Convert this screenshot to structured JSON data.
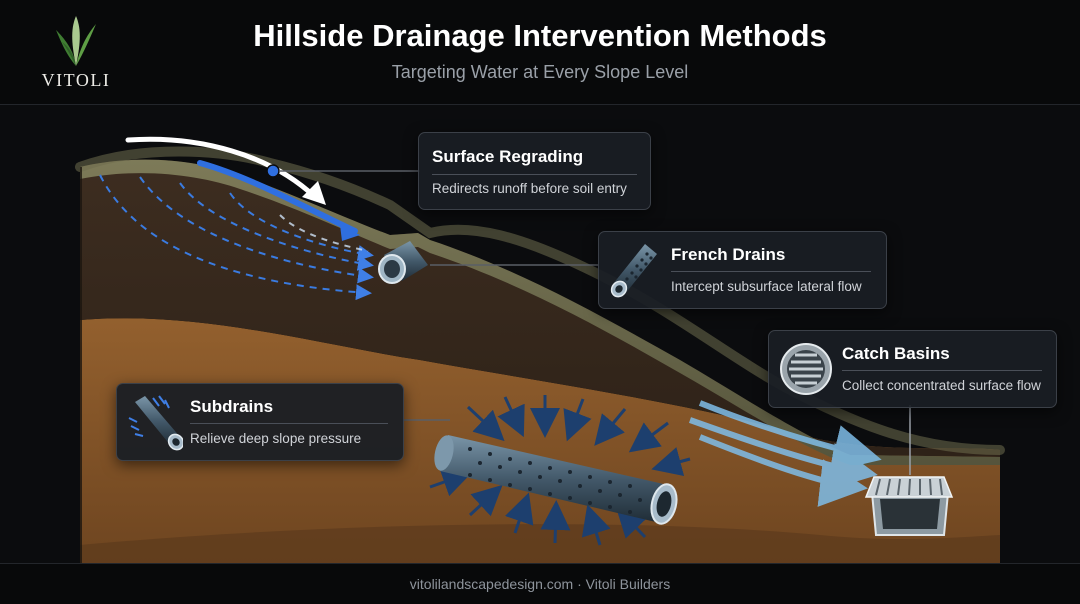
{
  "brand": {
    "name": "VITOLI",
    "logo_icon": "leaf-icon"
  },
  "header": {
    "title": "Hillside Drainage Intervention Methods",
    "subtitle": "Targeting Water at Every Slope Level"
  },
  "callouts": {
    "surface_regrading": {
      "title": "Surface Regrading",
      "desc": "Redirects runoff before soil entry"
    },
    "french_drains": {
      "title": "French Drains",
      "desc": "Intercept subsurface lateral flow",
      "icon": "perforated-pipe-icon"
    },
    "catch_basins": {
      "title": "Catch Basins",
      "desc": "Collect concentrated surface flow",
      "icon": "grate-icon"
    },
    "subdrains": {
      "title": "Subdrains",
      "desc": "Relieve deep slope pressure",
      "icon": "pipe-pressure-icon"
    }
  },
  "colors": {
    "background": "#0b0c0e",
    "topsoil": "#3a2b1f",
    "deep_soil": "#8a5a2b",
    "grass": "#6b6a4c",
    "water_blue": "#2f6fe0",
    "light_water": "#6aaee0",
    "pipe": "#4a6478"
  },
  "footer": {
    "text": "vitolilandscapedesign.com · Vitoli Builders"
  }
}
